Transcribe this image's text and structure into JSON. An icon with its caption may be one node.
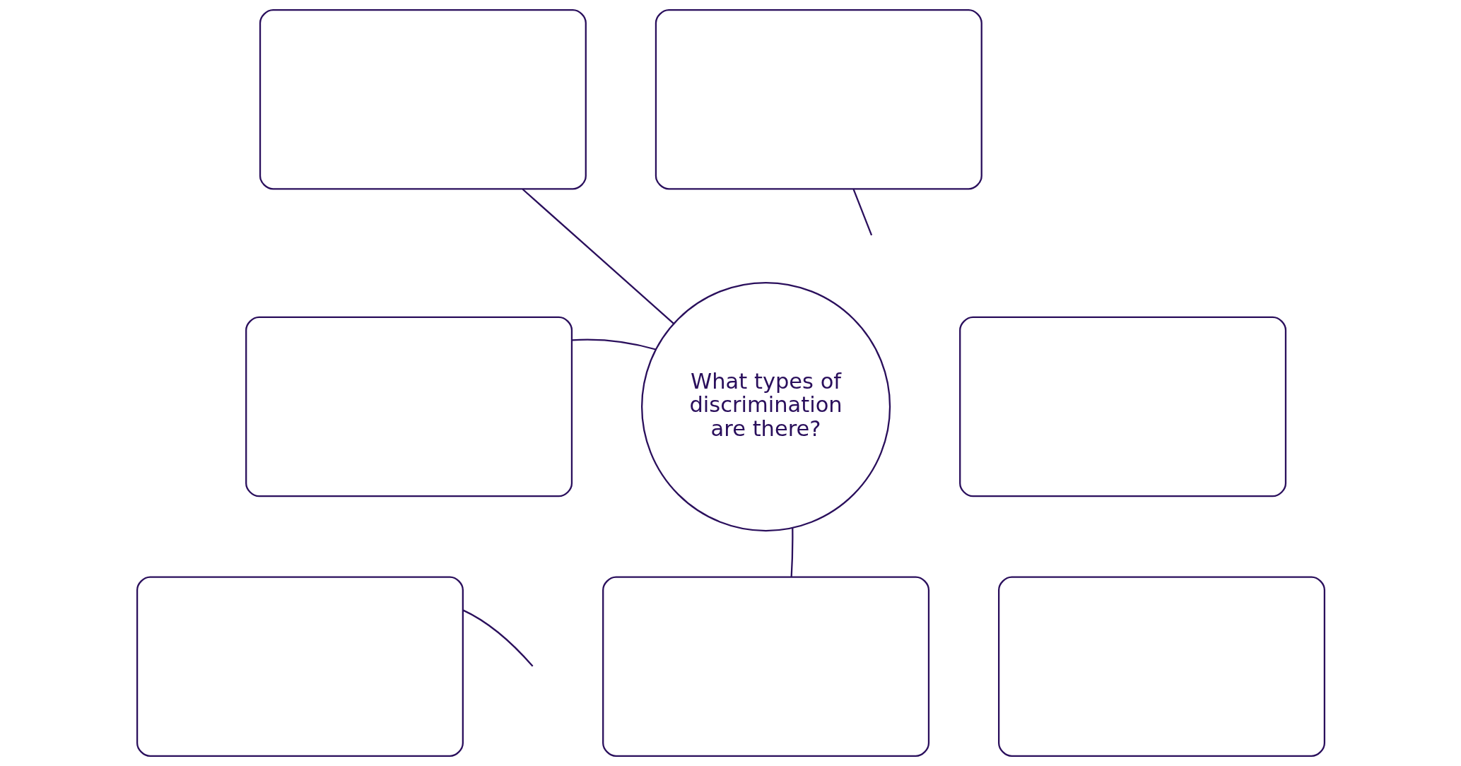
{
  "diagram": {
    "nodes": [
      {
        "text": [],
        "shape": "box"
      },
      {
        "text": [],
        "shape": "box"
      },
      {
        "text": [],
        "shape": "box"
      },
      {
        "text": [
          "What types of discrimination are there?"
        ]
      },
      {
        "text": [],
        "shape": "box"
      },
      {
        "text": [],
        "shape": "box"
      },
      {
        "text": [],
        "shape": "box"
      },
      {
        "text": [],
        "shape": "box"
      }
    ],
    "edges": [
      {
        "from": 3,
        "to": 0,
        "arrow": "none"
      },
      {
        "from": 3,
        "to": 2,
        "arrow": "none"
      },
      {
        "from": 3,
        "to": 6,
        "arrow": "none"
      },
      {
        "from": 5,
        "to": null,
        "arrow": "none"
      },
      {
        "from": 1,
        "to": null,
        "arrow": "none"
      }
    ]
  }
}
